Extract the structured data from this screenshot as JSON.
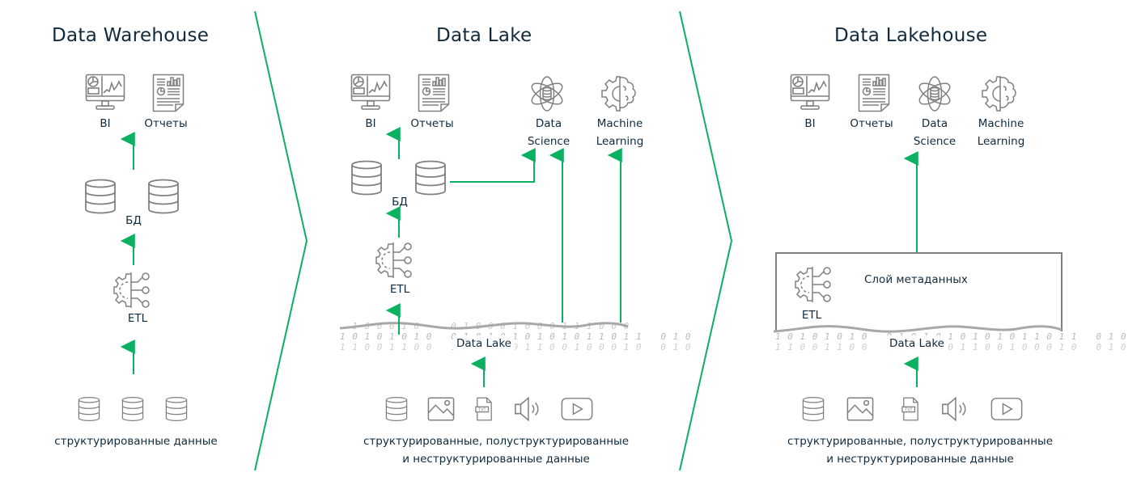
{
  "colors": {
    "accent": "#0bb060",
    "text": "#0f2a3d",
    "icon_stroke": "#808080",
    "bits": "#b9b9b9"
  },
  "panels": [
    {
      "title": "Data Warehouse",
      "consumers": [
        {
          "label": "BI",
          "icon": "bi-monitor-icon"
        },
        {
          "label": "Отчеты",
          "icon": "report-icon"
        }
      ],
      "storage_label": "БД",
      "etl_label": "ETL",
      "sources_label": "структурированные данные"
    },
    {
      "title": "Data Lake",
      "consumers": [
        {
          "label": "BI",
          "icon": "bi-monitor-icon"
        },
        {
          "label": "Отчеты",
          "icon": "report-icon"
        },
        {
          "label_line1": "Data",
          "label_line2": "Science",
          "icon": "data-science-atom-icon"
        },
        {
          "label_line1": "Machine",
          "label_line2": "Learning",
          "icon": "machine-learning-icon"
        }
      ],
      "storage_label": "БД",
      "etl_label": "ETL",
      "lake_label": "Data Lake",
      "sources_line1": "структурированные, полуструктурированные",
      "sources_line2": "и неструктурированные данные"
    },
    {
      "title": "Data Lakehouse",
      "consumers": [
        {
          "label": "BI",
          "icon": "bi-monitor-icon"
        },
        {
          "label": "Отчеты",
          "icon": "report-icon"
        },
        {
          "label_line1": "Data",
          "label_line2": "Science",
          "icon": "data-science-atom-icon"
        },
        {
          "label_line1": "Machine",
          "label_line2": "Learning",
          "icon": "machine-learning-icon"
        }
      ],
      "metadata_label": "Слой метаданных",
      "etl_label": "ETL",
      "lake_label": "Data Lake",
      "sources_line1": "структурированные, полуструктурированные",
      "sources_line2": "и неструктурированные данные"
    }
  ],
  "source_icons": [
    "database-icon",
    "image-icon",
    "txt-file-icon",
    "audio-icon",
    "video-icon"
  ],
  "bits": {
    "row1": "1 0 1 0 1 0 1 0   0 1 0 1 0 1 0 1 0 1 0 1 1 0 1 1   0 1 0",
    "row2": "1 1 0 0 1 1 0 0   1 0 0 1 0 0 1 1 0 0 1 0 0 0 1 0   0 1 0",
    "row0": "  1 0 0 0 1 0     0 1 0 0 0 1 0 0 0 1 1 1 0 0 0"
  }
}
